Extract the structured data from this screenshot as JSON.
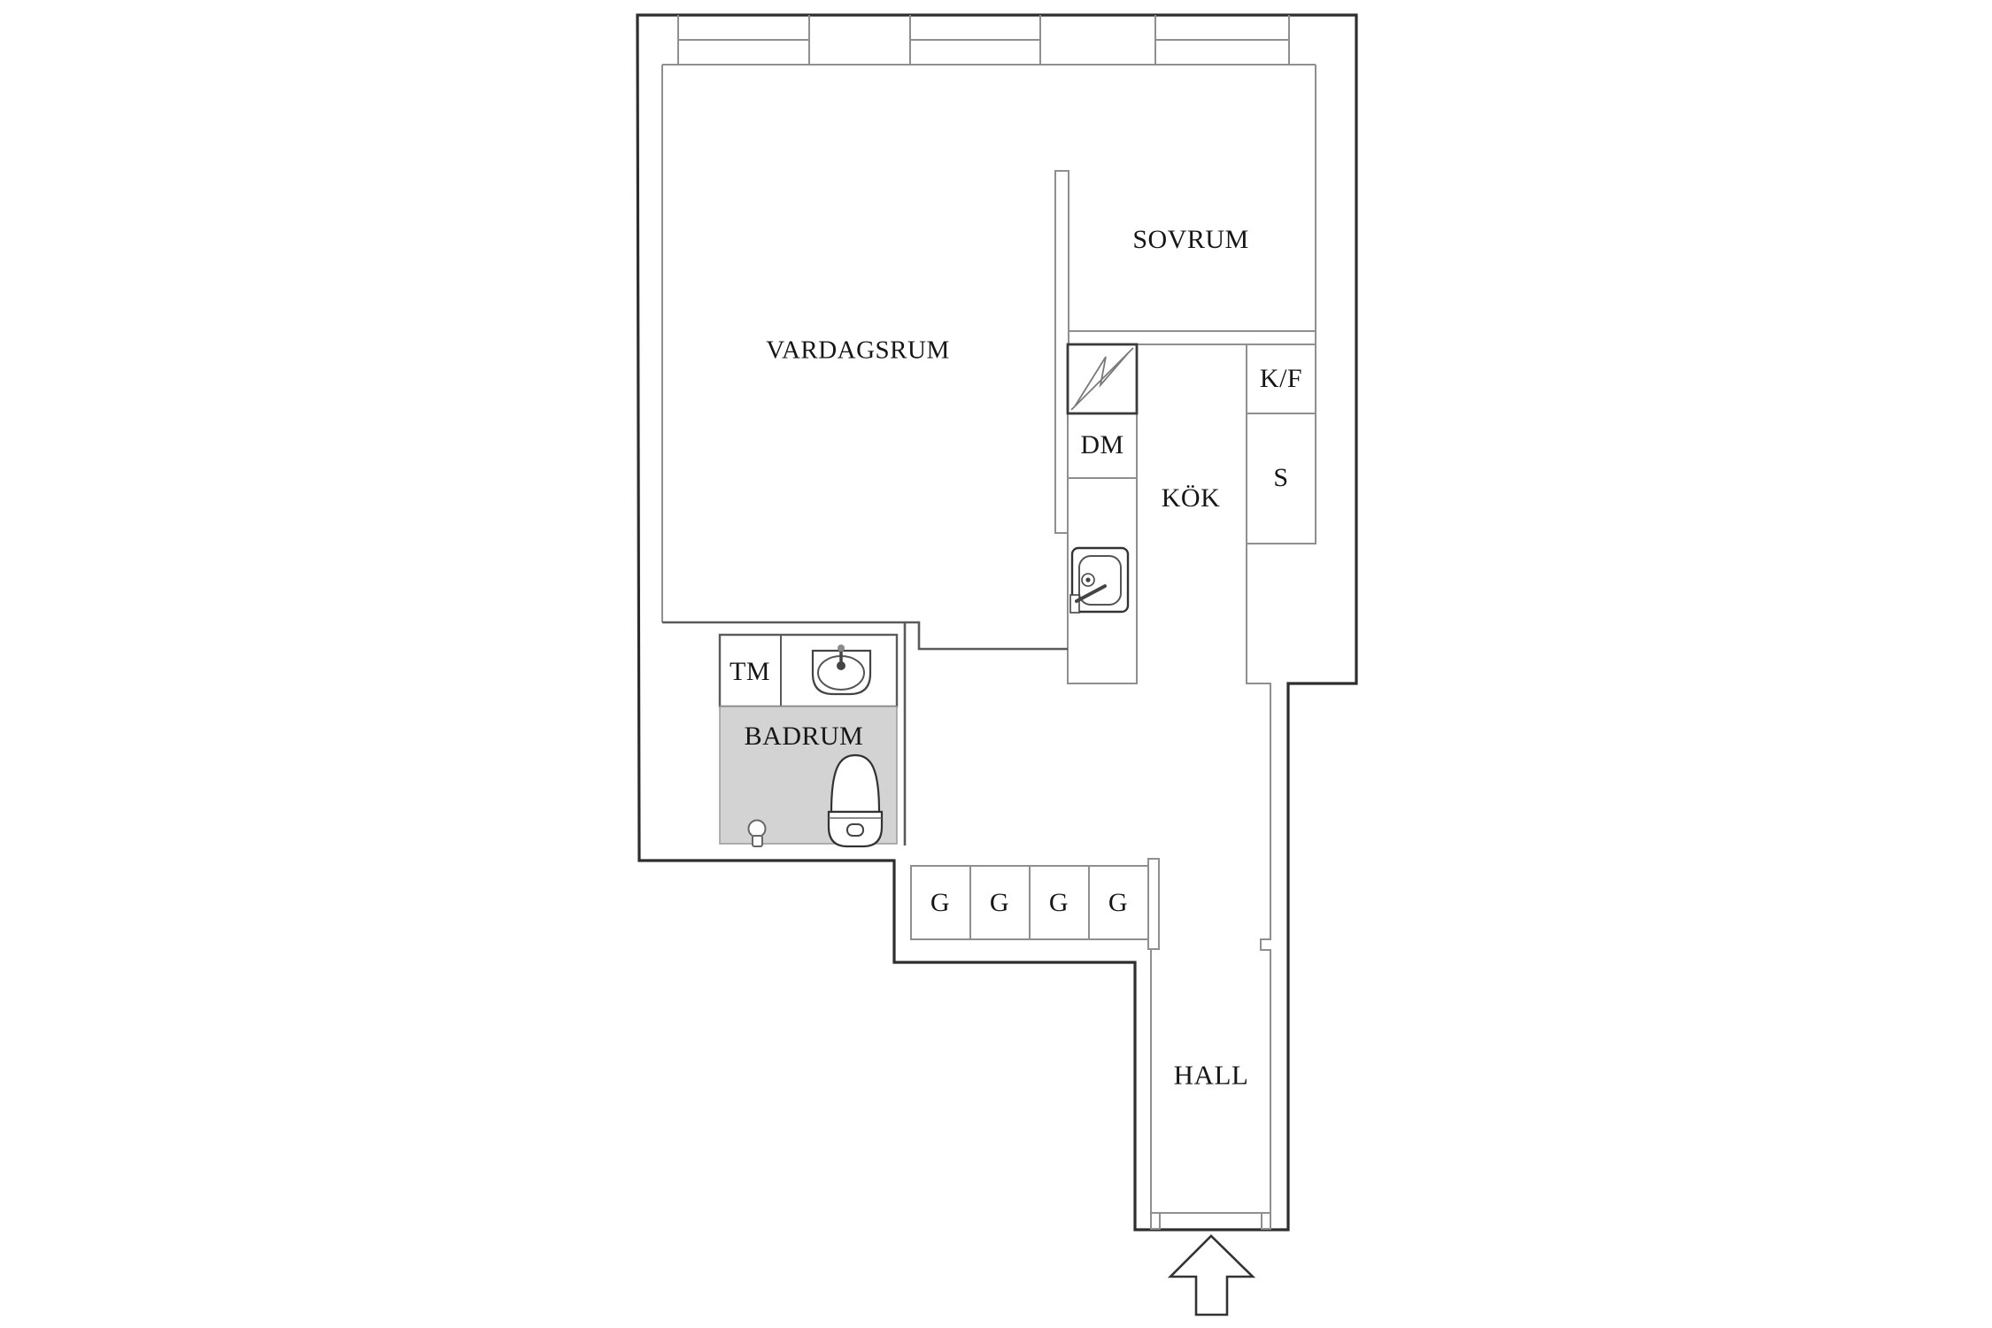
{
  "plan": {
    "rooms": {
      "vardagsrum": "VARDAGSRUM",
      "sovrum": "SOVRUM",
      "kok": "KÖK",
      "badrum": "BADRUM",
      "hall": "HALL"
    },
    "fixtures": {
      "tm": "TM",
      "dm": "DM",
      "kf": "K/F",
      "s": "S",
      "wardrobes": [
        "G",
        "G",
        "G",
        "G"
      ]
    },
    "icons": {
      "stove": "stove-icon",
      "kitchen_sink": "kitchen-sink-icon",
      "bathroom_sink": "bathroom-sink-icon",
      "toilet": "toilet-icon",
      "floor_drain": "floor-drain-icon",
      "entrance_arrow": "entrance-arrow-icon",
      "windows": "window-icon"
    },
    "colors": {
      "outer_wall": "#2e2e2e",
      "inner_wall": "#8f8f8f",
      "bath_wall": "#5a5a5a",
      "badrum_fill": "#d3d3d3",
      "background": "#ffffff"
    }
  }
}
